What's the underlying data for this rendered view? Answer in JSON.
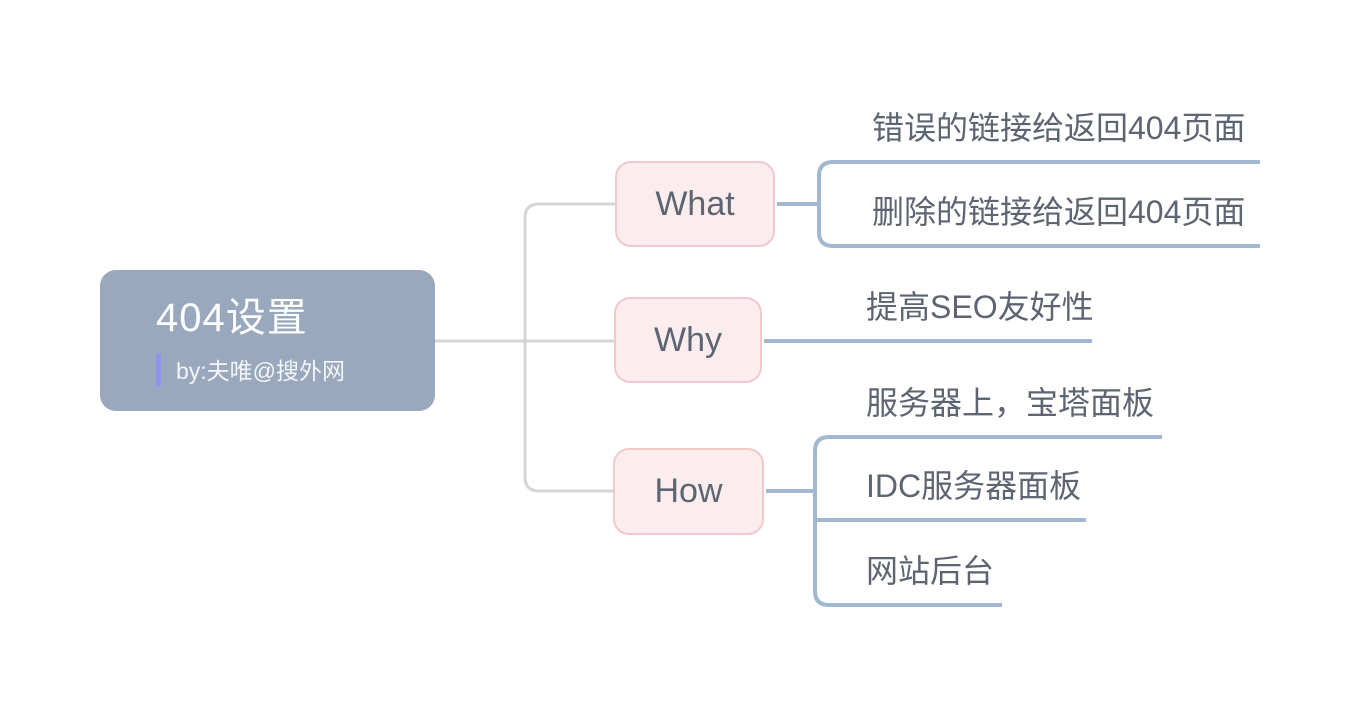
{
  "diagram": {
    "type": "mindmap",
    "root": {
      "title": "404设置",
      "subtitle": "by:夫唯@搜外网"
    },
    "branches": [
      {
        "label": "What",
        "children": [
          {
            "label": "错误的链接给返回404页面"
          },
          {
            "label": "删除的链接给返回404页面"
          }
        ]
      },
      {
        "label": "Why",
        "children": [
          {
            "label": "提高SEO友好性"
          }
        ]
      },
      {
        "label": "How",
        "children": [
          {
            "label": "服务器上，宝塔面板"
          },
          {
            "label": "IDC服务器面板"
          },
          {
            "label": "网站后台"
          }
        ]
      }
    ]
  },
  "colors": {
    "background": "#ffffff",
    "root_fill": "#99a8bc",
    "root_text": "#fdfefe",
    "subtitle_bar": "#8c95e7",
    "branch_fill": "#fbeded",
    "branch_border": "#f0caca",
    "branch_text": "#5d6472",
    "leaf_text": "#5d6472",
    "branch_connector_blue": "#a2b8d0",
    "root_connector_gray": "#d5d5d5"
  }
}
